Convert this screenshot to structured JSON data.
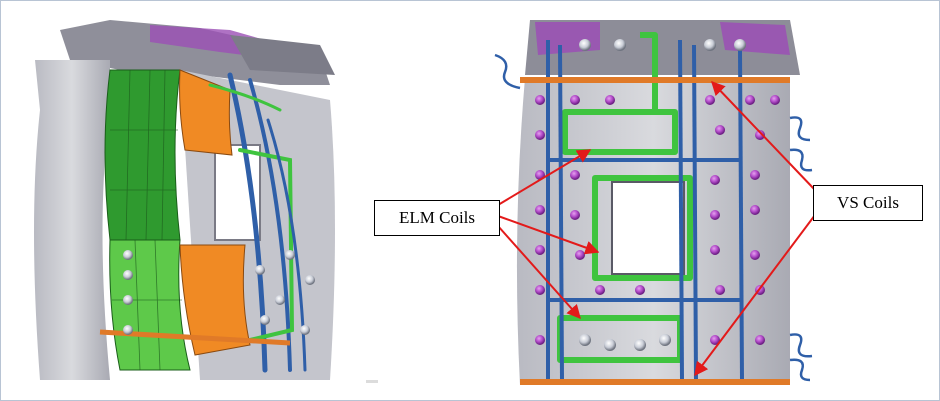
{
  "labels": {
    "elm_coils": "ELM Coils",
    "vs_coils": "VS Coils"
  },
  "colors": {
    "frame_border": "#b8c4d4",
    "green_panel": "#3aa83a",
    "light_green_panel": "#5ec94a",
    "orange_panel": "#f08a24",
    "gray_structure": "#c9c9cf",
    "purple_bolts": "#b050c8",
    "blue_conduit": "#2f5fa8",
    "green_coil": "#3fc43f",
    "orange_coil": "#e07a28",
    "arrow_red": "#e31a1a"
  },
  "icons": [
    "left-cad-view",
    "right-cad-view",
    "arrow-icon"
  ]
}
